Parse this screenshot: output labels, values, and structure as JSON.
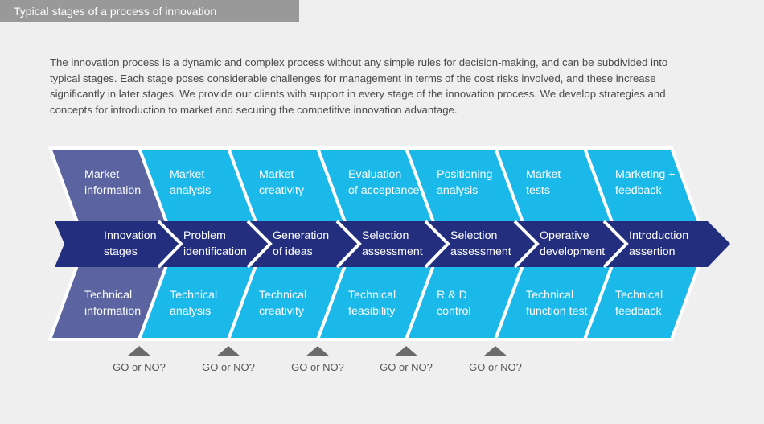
{
  "title": "Typical stages of a process of innovation",
  "intro": "The innovation process is a dynamic and complex process without any simple rules for decision-making, and can be subdivided into typical stages. Each stage poses considerable challenges for management in terms of the cost risks involved, and these increase significantly in later stages. We provide our clients with support in every stage of the innovation process. We develop strategies and concepts for introduction to market and securing the competitive innovation advantage.",
  "colors": {
    "header": "#5b64a0",
    "stage": "#1bb8ea",
    "band": "#232e7e",
    "marker": "#6b6b6b"
  },
  "columns": [
    {
      "market": "Market\ninformation",
      "stage": "Innovation\nstages",
      "technical": "Technical\ninformation"
    },
    {
      "market": "Market\nanalysis",
      "stage": "Problem\nidentification",
      "technical": "Technical\nanalysis"
    },
    {
      "market": "Market\ncreativity",
      "stage": "Generation\nof ideas",
      "technical": "Technical\ncreativity"
    },
    {
      "market": "Evaluation\nof acceptance",
      "stage": "Selection\nassessment",
      "technical": "Technical\nfeasibility"
    },
    {
      "market": "Positioning\nanalysis",
      "stage": "Selection\nassessment",
      "technical": "R & D\ncontrol"
    },
    {
      "market": "Market\ntests",
      "stage": "Operative\ndevelopment",
      "technical": "Technical\nfunction test"
    },
    {
      "market": "Marketing +\nfeedback",
      "stage": "Introduction\nassertion",
      "technical": "Technical\nfeedback"
    }
  ],
  "gates": [
    "GO or NO?",
    "GO or NO?",
    "GO or NO?",
    "GO or NO?",
    "GO or NO?"
  ]
}
